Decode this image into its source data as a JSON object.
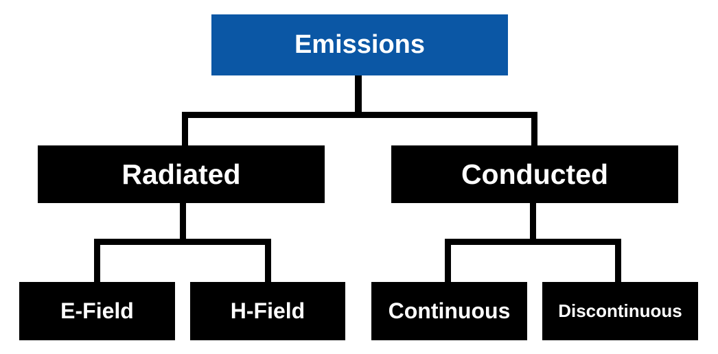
{
  "colors": {
    "canvas_bg": "#ffffff",
    "root_bg": "#0b57a5",
    "node_bg": "#000000",
    "node_text": "#ffffff",
    "connector": "#000000"
  },
  "tree": {
    "root": {
      "label": "Emissions",
      "children": [
        {
          "label": "Radiated",
          "children": [
            {
              "label": "E-Field"
            },
            {
              "label": "H-Field"
            }
          ]
        },
        {
          "label": "Conducted",
          "children": [
            {
              "label": "Continuous"
            },
            {
              "label": "Discontinuous"
            }
          ]
        }
      ]
    }
  }
}
